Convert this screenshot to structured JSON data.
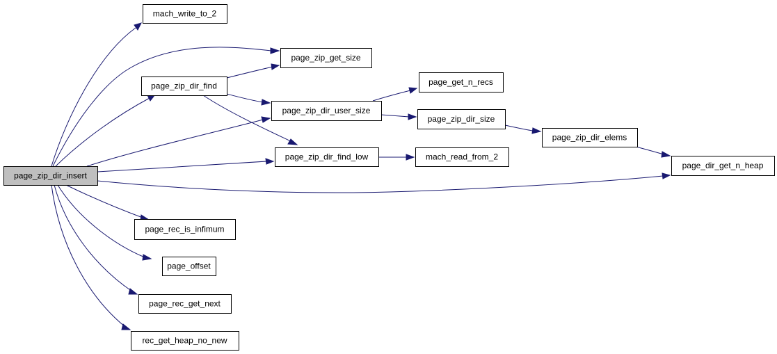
{
  "diagram": {
    "colors": {
      "edge": "#191970",
      "root_fill": "#bfbfbf",
      "node_fill": "#ffffff",
      "border": "#000000"
    },
    "root": "page_zip_dir_insert",
    "nodes": [
      {
        "id": "page_zip_dir_insert",
        "label": "page_zip_dir_insert",
        "root": true
      },
      {
        "id": "mach_write_to_2",
        "label": "mach_write_to_2"
      },
      {
        "id": "page_zip_get_size",
        "label": "page_zip_get_size"
      },
      {
        "id": "page_zip_dir_find",
        "label": "page_zip_dir_find"
      },
      {
        "id": "page_zip_dir_user_size",
        "label": "page_zip_dir_user_size"
      },
      {
        "id": "page_get_n_recs",
        "label": "page_get_n_recs"
      },
      {
        "id": "page_zip_dir_size",
        "label": "page_zip_dir_size"
      },
      {
        "id": "page_zip_dir_elems",
        "label": "page_zip_dir_elems"
      },
      {
        "id": "page_zip_dir_find_low",
        "label": "page_zip_dir_find_low"
      },
      {
        "id": "mach_read_from_2",
        "label": "mach_read_from_2"
      },
      {
        "id": "page_dir_get_n_heap",
        "label": "page_dir_get_n_heap"
      },
      {
        "id": "page_rec_is_infimum",
        "label": "page_rec_is_infimum"
      },
      {
        "id": "page_offset",
        "label": "page_offset"
      },
      {
        "id": "page_rec_get_next",
        "label": "page_rec_get_next"
      },
      {
        "id": "rec_get_heap_no_new",
        "label": "rec_get_heap_no_new"
      }
    ],
    "edges": [
      {
        "from": "page_zip_dir_insert",
        "to": "mach_write_to_2"
      },
      {
        "from": "page_zip_dir_insert",
        "to": "page_zip_get_size"
      },
      {
        "from": "page_zip_dir_insert",
        "to": "page_zip_dir_find"
      },
      {
        "from": "page_zip_dir_insert",
        "to": "page_zip_dir_user_size"
      },
      {
        "from": "page_zip_dir_insert",
        "to": "page_zip_dir_find_low"
      },
      {
        "from": "page_zip_dir_insert",
        "to": "page_dir_get_n_heap"
      },
      {
        "from": "page_zip_dir_insert",
        "to": "page_rec_is_infimum"
      },
      {
        "from": "page_zip_dir_insert",
        "to": "page_offset"
      },
      {
        "from": "page_zip_dir_insert",
        "to": "page_rec_get_next"
      },
      {
        "from": "page_zip_dir_insert",
        "to": "rec_get_heap_no_new"
      },
      {
        "from": "page_zip_dir_find",
        "to": "page_zip_get_size"
      },
      {
        "from": "page_zip_dir_find",
        "to": "page_zip_dir_user_size"
      },
      {
        "from": "page_zip_dir_find",
        "to": "page_zip_dir_find_low"
      },
      {
        "from": "page_zip_dir_user_size",
        "to": "page_get_n_recs"
      },
      {
        "from": "page_zip_dir_user_size",
        "to": "page_zip_dir_size"
      },
      {
        "from": "page_zip_dir_size",
        "to": "page_zip_dir_elems"
      },
      {
        "from": "page_zip_dir_elems",
        "to": "page_dir_get_n_heap"
      },
      {
        "from": "page_zip_dir_find_low",
        "to": "mach_read_from_2"
      }
    ]
  }
}
